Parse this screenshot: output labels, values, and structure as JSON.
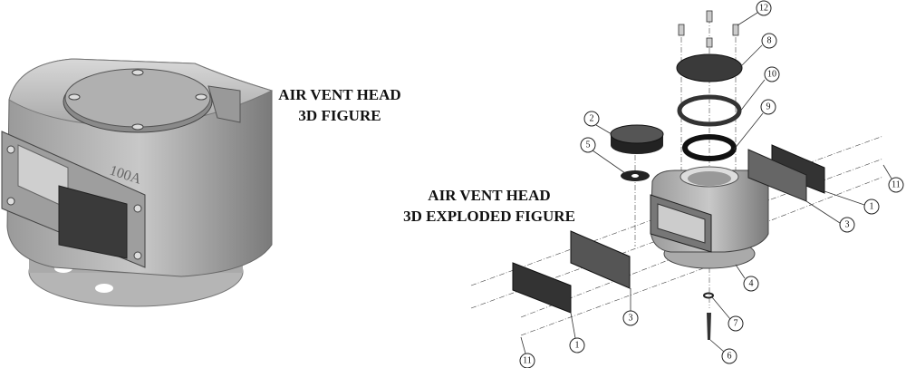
{
  "figure_3d": {
    "title_line1": "AIR VENT HEAD",
    "title_line2": "3D FIGURE",
    "body_marking": "100A"
  },
  "figure_exploded": {
    "title_line1": "AIR VENT HEAD",
    "title_line2": "3D EXPLODED FIGURE",
    "callouts": [
      "12",
      "8",
      "10",
      "9",
      "2",
      "5",
      "11",
      "1",
      "3",
      "4",
      "7",
      "6",
      "3",
      "1",
      "11"
    ]
  }
}
